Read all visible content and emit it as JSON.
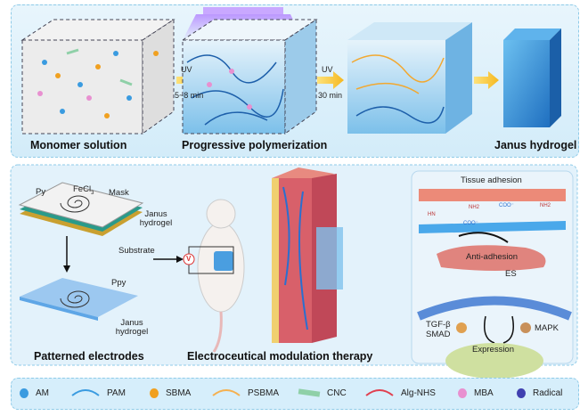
{
  "top": {
    "step1_label": "Monomer solution",
    "step2_label": "Progressive polymerization",
    "step3_label": "Janus hydrogel",
    "arrow1": {
      "label": "UV",
      "time": "5~8 min"
    },
    "arrow2": {
      "label": "UV",
      "time": "30 min"
    }
  },
  "bottom": {
    "electrodes": {
      "py": "Py",
      "fecl3": "FeCl",
      "fecl3_sub": "3",
      "mask": "Mask",
      "janus1": "Janus hydrogel",
      "substrate": "Substrate",
      "ppy": "Ppy",
      "janus2": "Janus hydrogel",
      "title": "Patterned electrodes"
    },
    "therapy": {
      "voltmeter": "V",
      "title": "Electroceutical modulation therapy"
    },
    "mechanism": {
      "tissue_adhesion": "Tissue adhesion",
      "anti_adhesion": "Anti-adhesion",
      "es": "ES",
      "tgf": "TGF-β",
      "smad": "SMAD",
      "mapk": "MAPK",
      "expression": "Expression",
      "hn": "HN",
      "nh2a": "NH2",
      "coo1": "COO⁻",
      "coo2": "COO⁻",
      "nh2b": "NH2"
    }
  },
  "legend": [
    {
      "label": "AM",
      "color": "#3a9be0"
    },
    {
      "label": "PAM",
      "color": "#3a9be0"
    },
    {
      "label": "SBMA",
      "color": "#f0a020"
    },
    {
      "label": "PSBMA",
      "color": "#f5b050"
    },
    {
      "label": "CNC",
      "color": "#8fd0a8"
    },
    {
      "label": "Alg-NHS",
      "color": "#e04050"
    },
    {
      "label": "MBA",
      "color": "#e890d0"
    },
    {
      "label": "Radical",
      "color": "#4040b0"
    }
  ]
}
